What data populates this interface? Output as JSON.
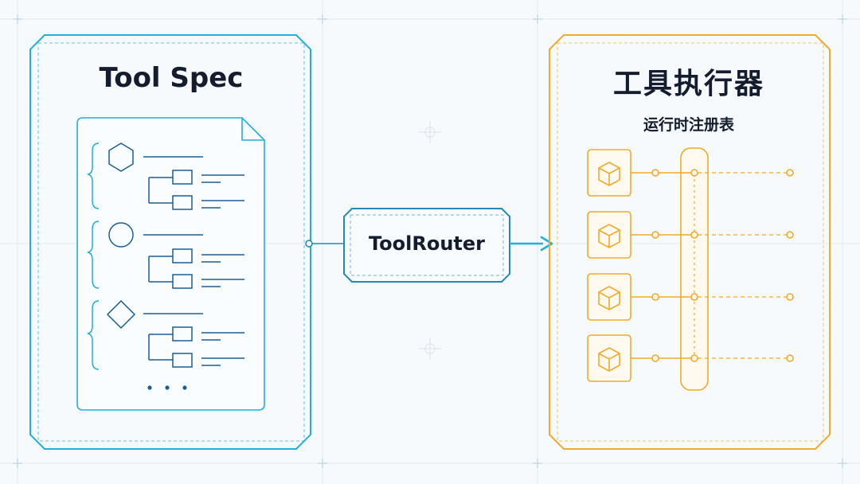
{
  "tool_spec": {
    "title": "Tool Spec",
    "entry_icons": [
      "hexagon-icon",
      "circle-icon",
      "diamond-icon"
    ],
    "more_indicator": "ellipsis-icon"
  },
  "router": {
    "label": "ToolRouter"
  },
  "executor": {
    "title": "工具执行器",
    "subtitle": "运行时注册表",
    "tool_icons": [
      "cube-icon",
      "cube-icon",
      "cube-icon",
      "cube-icon"
    ]
  },
  "colors": {
    "background": "#f7fafc",
    "spec_accent": "#1fb0dc",
    "router_accent": "#1e8cb4",
    "executor_accent": "#f2aa2a",
    "text": "#141c2e"
  }
}
